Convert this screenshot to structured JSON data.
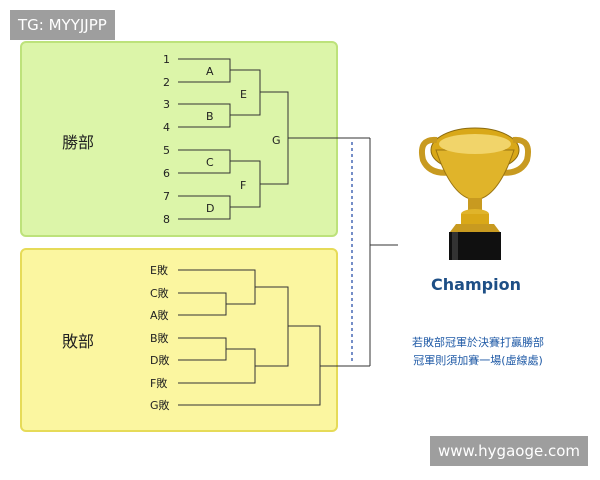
{
  "watermarks": {
    "top_left": "TG: MYYJJPP",
    "bottom_right": "www.hygaoge.com"
  },
  "winners": {
    "section_label": "勝部",
    "seeds": [
      "1",
      "2",
      "3",
      "4",
      "5",
      "6",
      "7",
      "8"
    ],
    "matches": [
      "A",
      "B",
      "C",
      "D",
      "E",
      "F",
      "G"
    ]
  },
  "losers": {
    "section_label": "敗部",
    "entries": [
      "E敗",
      "C敗",
      "A敗",
      "B敗",
      "D敗",
      "F敗",
      "G敗"
    ]
  },
  "trophy": {
    "label": "Champion"
  },
  "note": {
    "line1": "若敗部冠軍於決賽打贏勝部",
    "line2": "冠軍則須加賽一場(虛線處)"
  },
  "colors": {
    "winners_fill": "#dcf5a9",
    "winners_border": "#bde27b",
    "losers_fill": "#fbf6a0",
    "losers_border": "#e6db58",
    "line": "#333333",
    "champion_text": "#1e4f86",
    "note_text": "#1f5aa6",
    "dashed_line": "#3b5fb0"
  }
}
